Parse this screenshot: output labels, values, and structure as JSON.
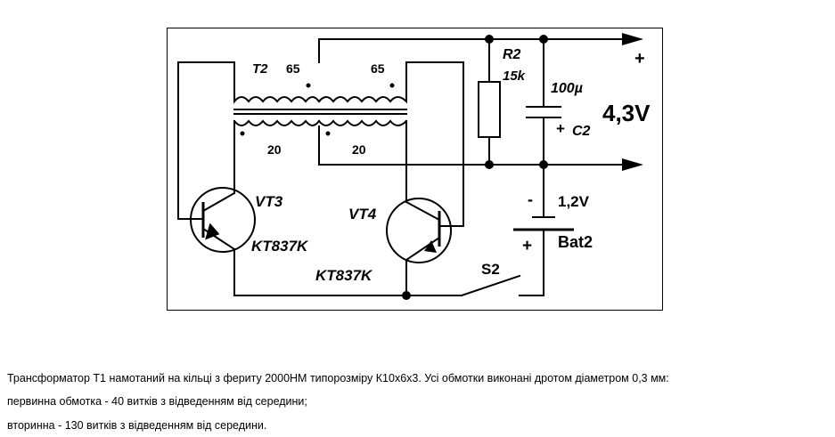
{
  "diagram": {
    "transformer": {
      "name": "T2",
      "primary_left_turns": "65",
      "primary_right_turns": "65",
      "secondary_left_turns": "20",
      "secondary_right_turns": "20"
    },
    "resistor": {
      "name": "R2",
      "value": "15k"
    },
    "capacitor": {
      "name": "C2",
      "value": "100µ",
      "plus": "+"
    },
    "output": {
      "voltage": "4,3V",
      "plus": "+"
    },
    "battery": {
      "name": "Bat2",
      "voltage": "1,2V",
      "minus": "-",
      "plus": "+"
    },
    "transistor_left": {
      "name": "VT3",
      "type": "KT837K"
    },
    "transistor_right": {
      "name": "VT4",
      "type": "KT837K"
    },
    "switch": {
      "name": "S2"
    }
  },
  "caption": {
    "line1": "Трансформатор Т1 намотаний на кільці з фериту 2000НМ типорозміру К10х6х3. Усі обмотки виконані дротом діаметром 0,3 мм:",
    "line2": "первинна обмотка - 40 витків з відведенням від середини;",
    "line3": "вторинна - 130 витків з відведенням від середини."
  }
}
